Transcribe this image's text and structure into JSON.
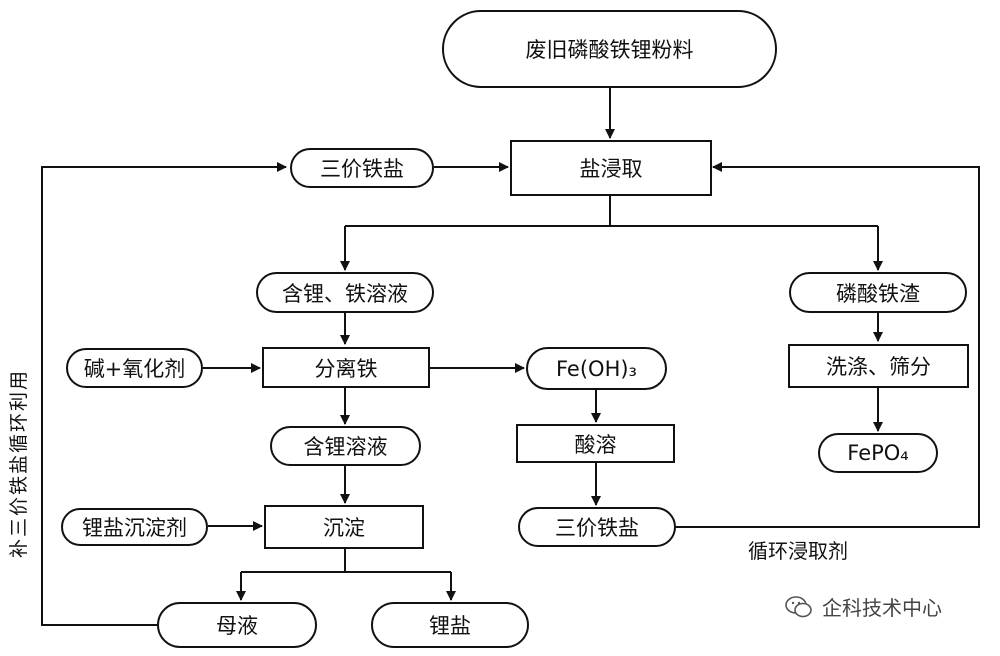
{
  "nodes": {
    "source": "废旧磷酸铁锂粉料",
    "salt_leach": "盐浸取",
    "ferric_salt_in": "三价铁盐",
    "li_fe_solution": "含锂、铁溶液",
    "fepo4_residue": "磷酸铁渣",
    "base_oxidant": "碱+氧化剂",
    "separate_iron": "分离铁",
    "fe_oh3": "Fe(OH)₃",
    "wash_sieve": "洗涤、筛分",
    "li_solution": "含锂溶液",
    "acid_dissolve": "酸溶",
    "fepo4": "FePO₄",
    "li_precipitant": "锂盐沉淀剂",
    "precipitate": "沉淀",
    "ferric_salt_out": "三价铁盐",
    "mother_liquor": "母液",
    "lithium_salt": "锂盐"
  },
  "labels": {
    "recycle_leachant": "循环浸取剂",
    "replenish_recycle": "补三价铁盐循环利用"
  },
  "watermark": "企科技术中心",
  "colors": {
    "stroke": "#111111",
    "background": "#ffffff"
  }
}
